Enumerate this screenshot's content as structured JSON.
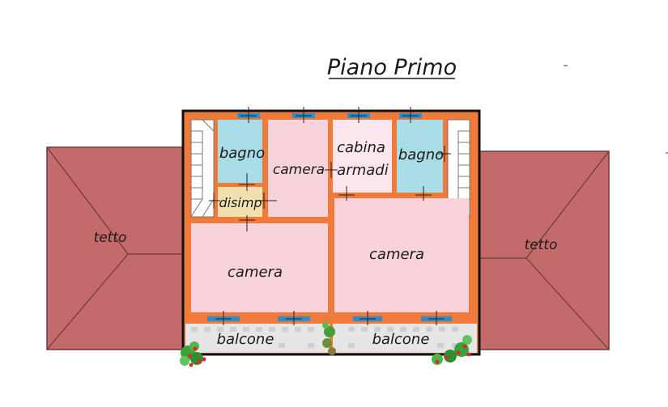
{
  "title": "Piano Primo",
  "rooms": {
    "bagno_left": "bagno",
    "camera_top": "camera",
    "cabina_line1": "cabina",
    "cabina_line2": "armadi",
    "bagno_right": "bagno",
    "disimp": "disimp",
    "camera_left": "camera",
    "camera_right": "camera",
    "balcone_left": "balcone",
    "balcone_right": "balcone",
    "tetto_left": "tetto",
    "tetto_right": "tetto"
  },
  "colors": {
    "wall": "#f07a3a",
    "camera": "#f9d3dc",
    "bagno": "#a8dde8",
    "cabina": "#fce6ee",
    "disimp": "#f1dfae",
    "roof": "#c46a6a",
    "window": "#2a8fd0",
    "balcony": "#e6e6e6"
  }
}
